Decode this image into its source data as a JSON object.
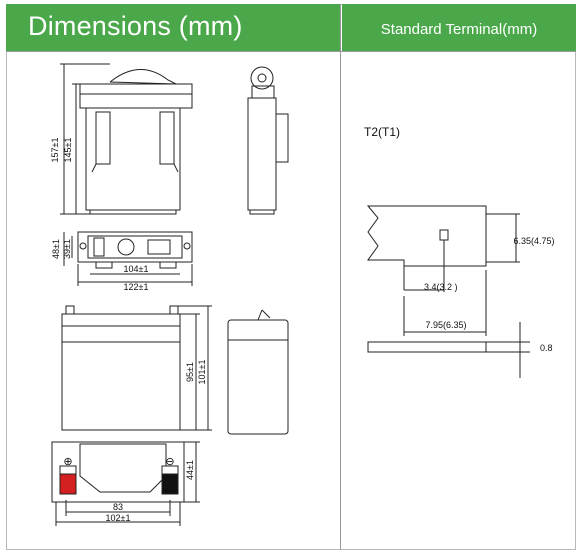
{
  "header": {
    "left_title": "Dimensions (mm)",
    "right_title": "Standard Terminal(mm)"
  },
  "dimensions": {
    "height_total": "157±1",
    "height_case": "145±1",
    "top_depth": "48±1",
    "top_inner": "39±1",
    "top_inner_width": "104±1",
    "top_width": "122±1",
    "front_height_total": "101±1",
    "front_height_case": "95±1",
    "bottom_height": "44±1",
    "terminal_span": "83",
    "bottom_width": "102±1",
    "plus_symbol": "⊕",
    "minus_symbol": "⊖"
  },
  "terminal": {
    "type": "T2(T1)",
    "width": "6.35(4.75)",
    "hole_offset": "3.4(3.2 )",
    "length": "7.95(6.35)",
    "thickness": "0.8"
  },
  "colors": {
    "header_green": "#4aa84a",
    "positive_terminal": "#d42020",
    "negative_terminal": "#111111"
  }
}
